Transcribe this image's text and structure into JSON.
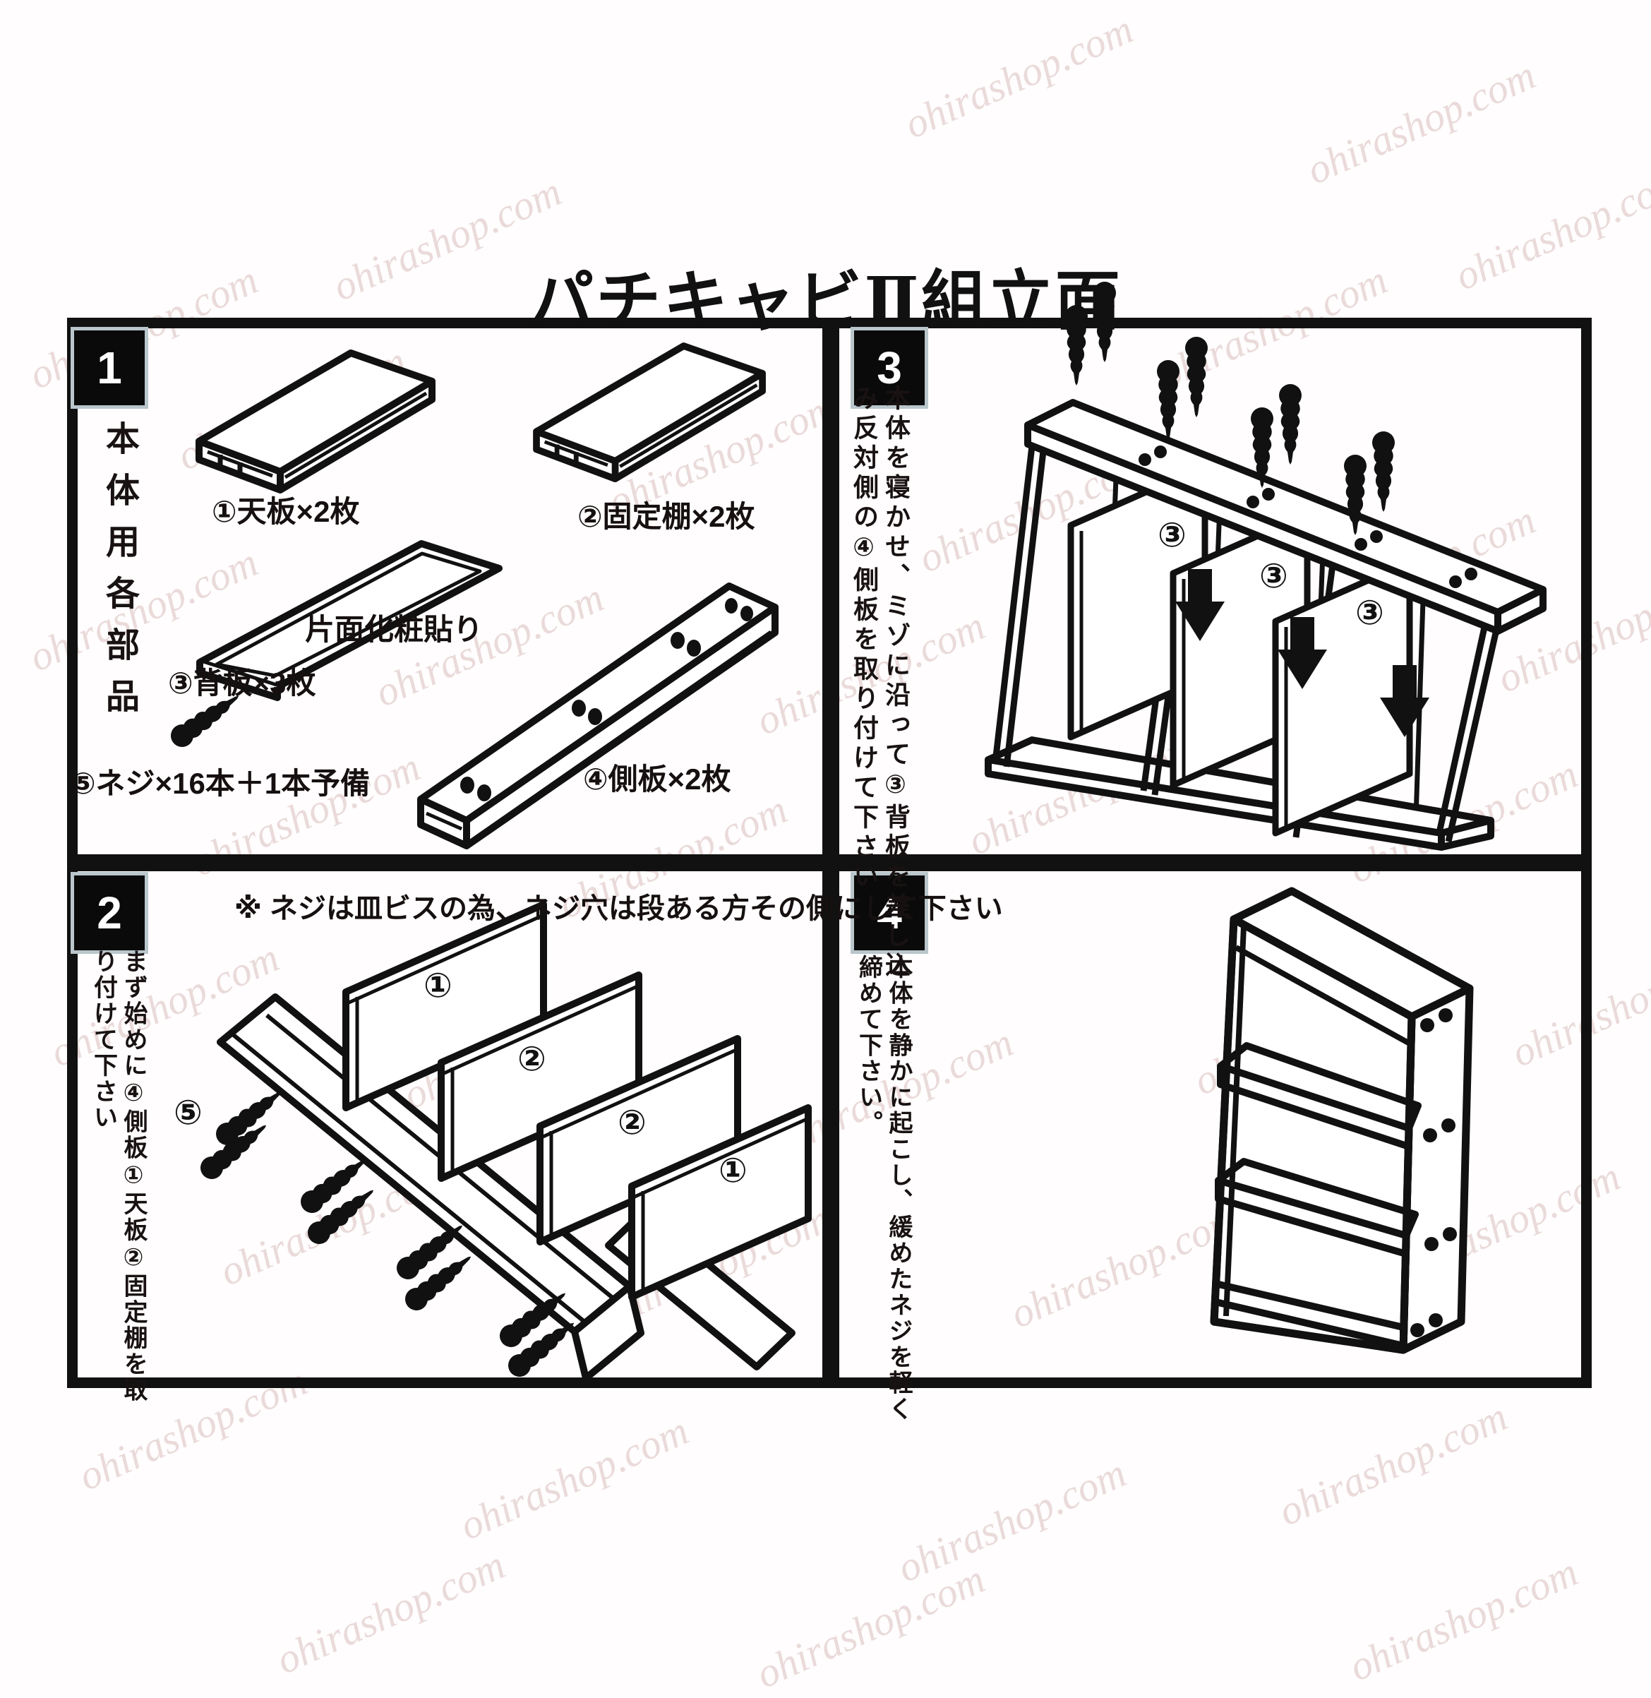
{
  "title": "パチキャビⅡ組立面",
  "watermark": "ohirashop.com",
  "step1": {
    "num": "1",
    "side_label": "本体用各部品",
    "parts": {
      "tenban": "①天板×2枚",
      "kotei": "②固定棚×2枚",
      "kesho": "片面化粧貼り",
      "haita": "③背板×3枚",
      "neji": "⑤ネジ×16本＋1本予備",
      "sokuban": "④側板×2枚"
    }
  },
  "step2": {
    "num": "2",
    "note": "※ ネジは皿ビスの為、ネジ穴は段ある方その側にして下さい",
    "instruction": "まず始めに④側板①天板②固定棚を取り付けて下さい",
    "labels": {
      "l5": "⑤",
      "l1a": "①",
      "l2a": "②",
      "l2b": "②",
      "l1b": "①"
    }
  },
  "step3": {
    "num": "3",
    "instruction": "本体を寝かせ、ミゾに沿って③背板を差し込み反対側の④側板を取り付けて下さい",
    "labels": {
      "a": "③",
      "b": "③",
      "c": "③"
    }
  },
  "step4": {
    "num": "4",
    "instruction": "本体を静かに起こし、緩めたネジを軽く締めて下さい。"
  }
}
